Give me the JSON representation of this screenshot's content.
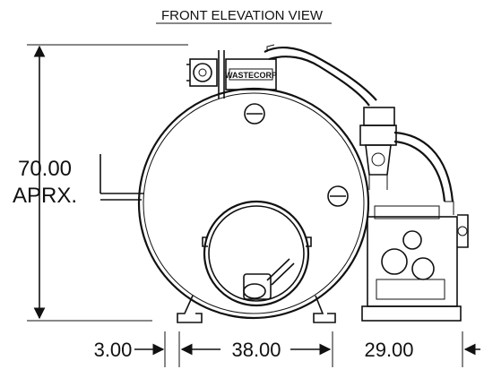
{
  "title": "FRONT ELEVATION VIEW",
  "brand_label": "WASTECORP",
  "dimensions": {
    "height_value": "70.00",
    "height_note": "APRX.",
    "left_offset": "3.00",
    "tank_width": "38.00",
    "pump_width": "29.00"
  }
}
